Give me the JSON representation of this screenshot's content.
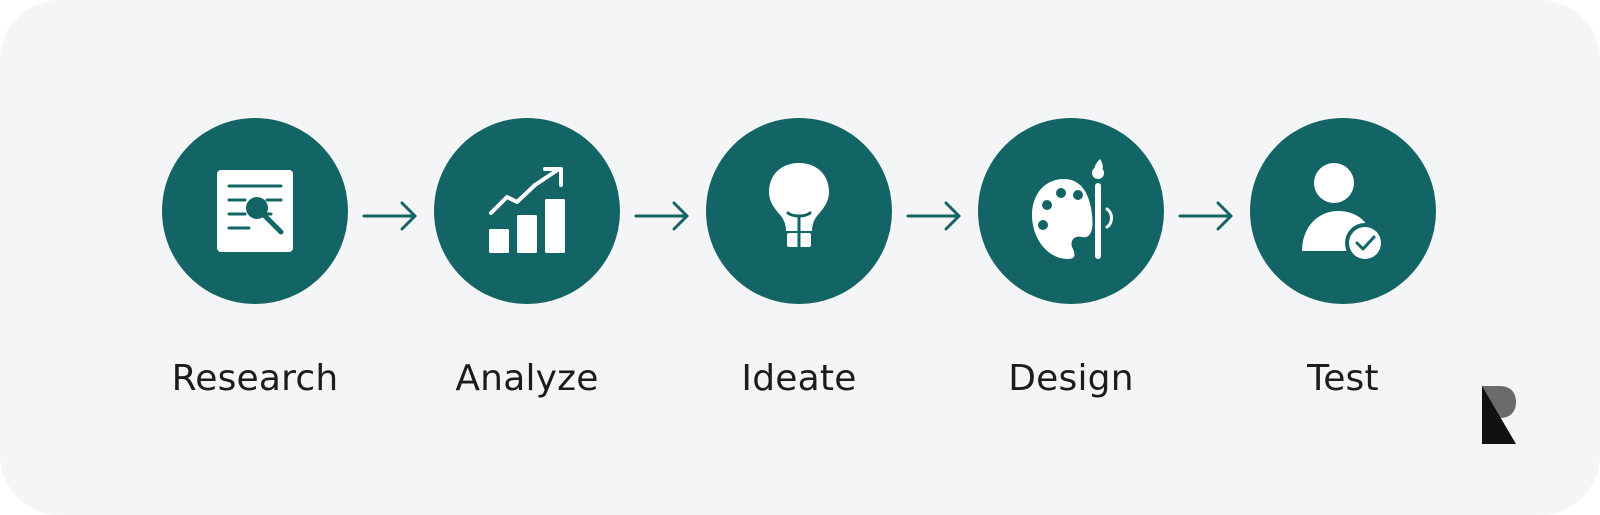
{
  "steps": [
    {
      "label": "Research",
      "icon": "document-search-icon"
    },
    {
      "label": "Analyze",
      "icon": "growth-chart-icon"
    },
    {
      "label": "Ideate",
      "icon": "lightbulb-icon"
    },
    {
      "label": "Design",
      "icon": "palette-brush-icon"
    },
    {
      "label": "Test",
      "icon": "user-check-icon"
    }
  ],
  "colors": {
    "background": "#f3f5f7",
    "circle": "#136465",
    "icon": "#ffffff",
    "arrow": "#136465",
    "text": "#1c1c1c"
  },
  "brand": {
    "icon": "brand-logo-icon"
  }
}
